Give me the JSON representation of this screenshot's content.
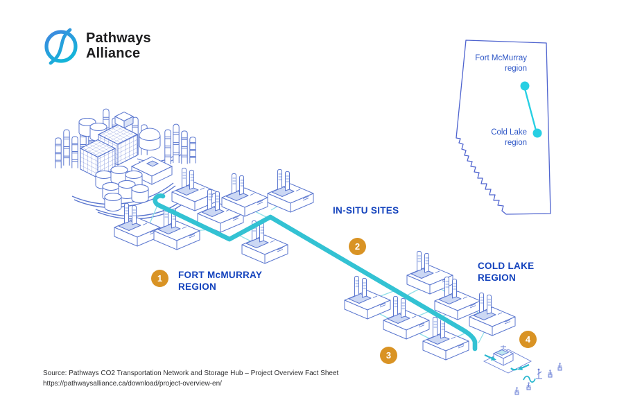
{
  "brand": {
    "name_line1": "Pathways",
    "name_line2": "Alliance"
  },
  "minimap": {
    "region1_line1": "Fort McMurray",
    "region1_line2": "region",
    "region2_line1": "Cold Lake",
    "region2_line2": "region"
  },
  "diagram": {
    "labels": {
      "fort_mcmurray_line1": "FORT McMURRAY",
      "fort_mcmurray_line2": "REGION",
      "in_situ": "IN-SITU SITES",
      "cold_lake_line1": "COLD LAKE",
      "cold_lake_line2": "REGION"
    },
    "markers": [
      {
        "number": "1"
      },
      {
        "number": "2"
      },
      {
        "number": "3"
      },
      {
        "number": "4"
      }
    ]
  },
  "source": {
    "line1": "Source: Pathways CO2 Transportation Network and Storage Hub – Project Overview Fact Sheet",
    "line2": "https://pathwaysalliance.ca/download/project-overview-en/"
  },
  "colors": {
    "pipeline_cyan": "#33C2D3",
    "minimap_dot_cyan": "#27CFE3",
    "marker_orange": "#D99324",
    "heading_blue": "#1443BD",
    "artwork_line_blue": "#5B77CF",
    "logo_blue_top": "#3F86E0",
    "logo_cyan_bottom": "#14B4D9"
  }
}
